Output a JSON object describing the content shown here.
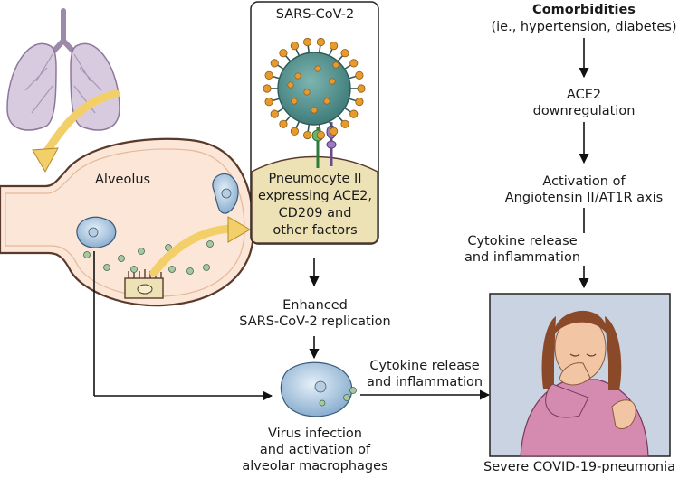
{
  "virus_box": {
    "title": "SARS-CoV-2",
    "cell_text": [
      "Pneumocyte II",
      "expressing ACE2,",
      "CD209 and",
      "other factors"
    ]
  },
  "alveolus_label": "Alveolus",
  "center_flow": {
    "replication": [
      "Enhanced",
      "SARS-CoV-2 replication"
    ],
    "macrophage": [
      "Virus infection",
      "and activation of",
      "alveolar macrophages"
    ]
  },
  "cytokine_bottom": [
    "Cytokine release",
    "and inflammation"
  ],
  "right_flow": {
    "comorbidities_title": "Comorbidities",
    "comorbidities_detail": "(ie., hypertension, diabetes)",
    "ace2": [
      "ACE2",
      "downregulation"
    ],
    "activation": [
      "Activation of",
      "Angiotensin II/AT1R axis"
    ],
    "cytokine": [
      "Cytokine release",
      "and inflammation"
    ]
  },
  "outcome": "Severe COVID-19-pneumonia",
  "colors": {
    "virus_box_top": "#ffffff",
    "cell_fill": "#ede2b6",
    "virus_body": "#4f8f8c",
    "virus_spikes": "#e79a2d",
    "alveolus_fill": "#fbe6d7",
    "alveolus_stroke": "#5a3a2a",
    "lung_fill": "#d8cbe0",
    "patient_bg": "#c9d3e2",
    "arrow": "#111111",
    "curve_arrow": "#f3cf6a"
  }
}
